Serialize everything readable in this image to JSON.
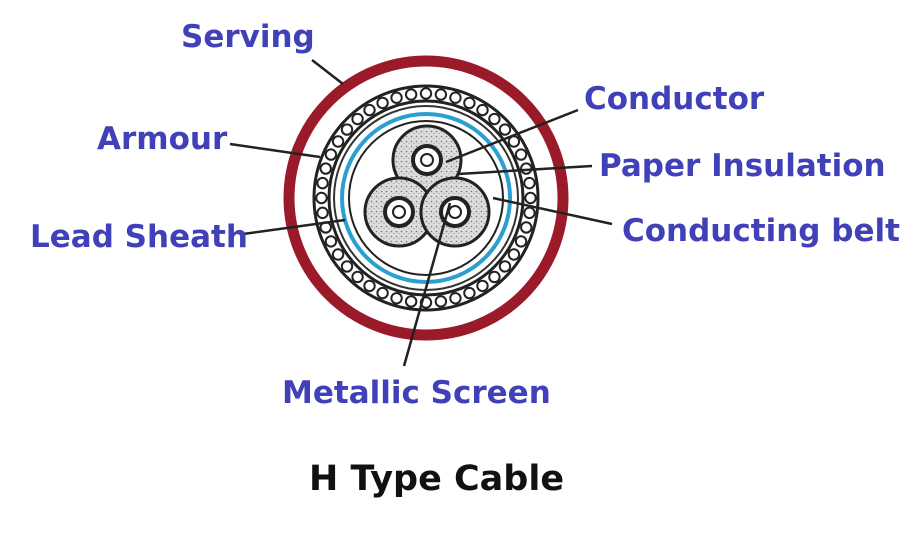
{
  "title": "H Type Cable",
  "labels": {
    "serving": "Serving",
    "armour": "Armour",
    "lead_sheath": "Lead Sheath",
    "conductor": "Conductor",
    "paper_insulation": "Paper Insulation",
    "conducting_belt": "Conducting belt",
    "metallic_screen": "Metallic Screen"
  },
  "colors": {
    "label": "#4040b8",
    "title": "#111111",
    "serving": "#9a1a2a",
    "screen": "#2a9fd0",
    "line": "#222222"
  }
}
